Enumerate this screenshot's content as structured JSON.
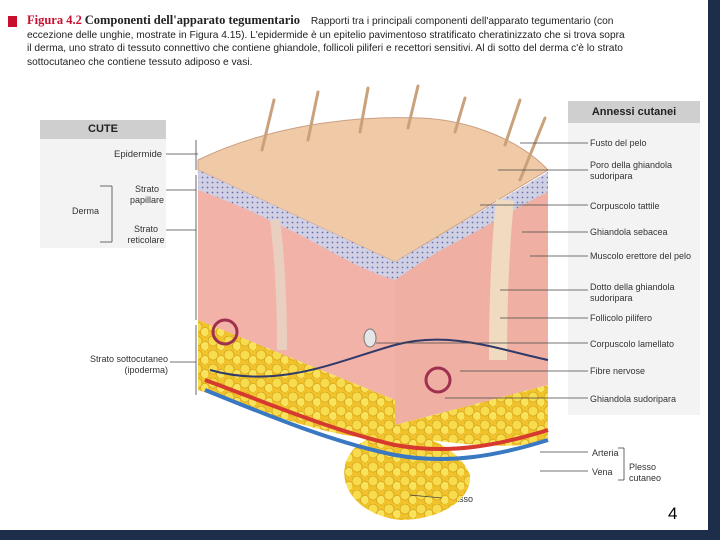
{
  "figure": {
    "label": "Figura 4.2",
    "title": "Componenti dell'apparato tegumentario",
    "caption": "Rapporti tra i principali componenti dell'apparato tegumentario (con eccezione delle unghie, mostrate in Figura 4.15). L'epidermide è un epitelio pavimentoso stratificato cheratinizzato che si trova sopra il derma, uno strato di tessuto connettivo che contiene ghiandole, follicoli piliferi e recettori sensitivi. Al di sotto del derma c'è lo strato sottocutaneo che contiene tessuto adiposo e vasi."
  },
  "left_panel": {
    "header": "CUTE",
    "epidermide": "Epidermide",
    "derma": "Derma",
    "strato_papillare": "Strato papillare",
    "strato_reticolare": "Strato reticolare",
    "sottocutaneo": "Strato sottocutaneo (ipoderma)"
  },
  "right_panel": {
    "header": "Annessi cutanei",
    "items": [
      "Fusto del pelo",
      "Poro della ghiandola sudoripara",
      "Corpuscolo tattile",
      "Ghiandola sebacea",
      "Muscolo erettore del pelo",
      "Dotto della ghiandola sudoripara",
      "Follicolo pilifero",
      "Corpuscolo lamellato",
      "Fibre nervose",
      "Ghiandola sudoripara"
    ]
  },
  "vessels": {
    "arteria": "Arteria",
    "vena": "Vena",
    "plesso": "Plesso cutaneo"
  },
  "grasso": "Grasso",
  "page_number": "4",
  "colors": {
    "accent_red": "#c8102e",
    "frame_navy": "#1c2e4a",
    "epidermis": "#f0c9a6",
    "dermis": "#f2b2a8",
    "fat": "#f4d23a",
    "artery": "#d63a2f",
    "vein": "#3a78c2"
  }
}
